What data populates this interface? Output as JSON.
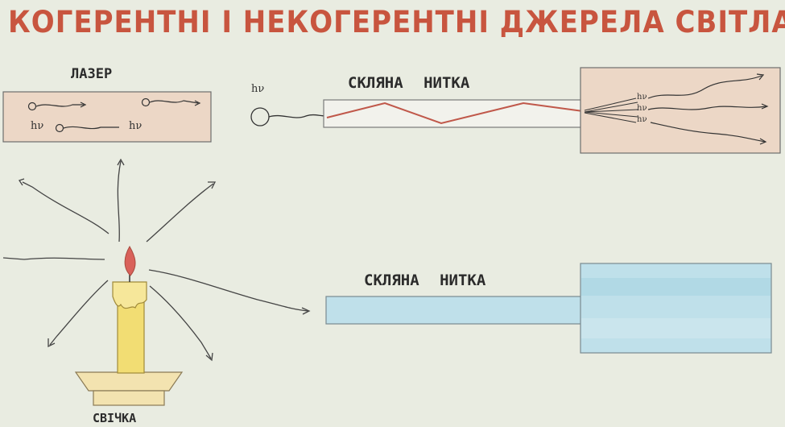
{
  "title": "КОГЕРЕНТНІ І НЕКОГЕРЕНТНІ ДЖЕРЕЛА СВІТЛА",
  "labels": {
    "laser": "ЛАЗЕР",
    "glass_fiber_top": "СКЛЯНА НИТКА",
    "glass_fiber_bottom": "СКЛЯНА НИТКА",
    "candle": "СВІЧКА"
  },
  "photon_symbol": "hν",
  "colors": {
    "background": "#e9ece1",
    "title": "#c8553f",
    "laser_box": "#ecd7c6",
    "fiber_zigzag": "#c0584a",
    "fiber_blue": "#bfe0ea",
    "candle": "#f2dd73",
    "flame": "#d9615a",
    "ink": "#2b2b2b"
  }
}
